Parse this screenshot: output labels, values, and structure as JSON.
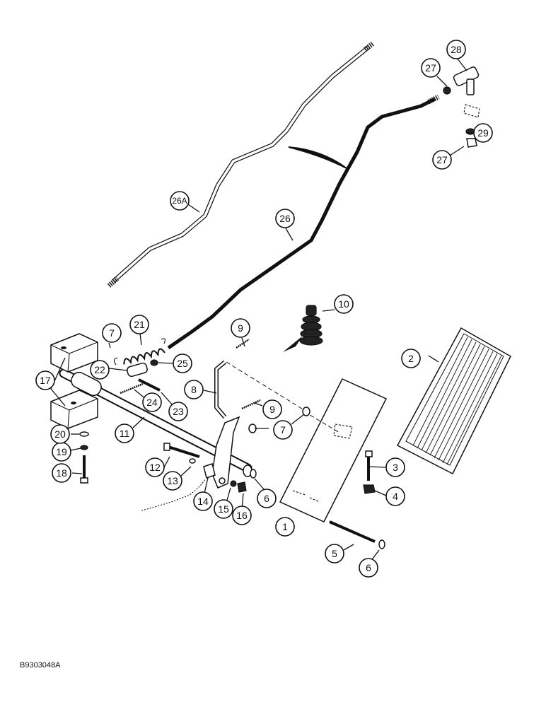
{
  "figure_code": "B9303048A",
  "callouts": [
    {
      "id": "c1",
      "label": "1"
    },
    {
      "id": "c2",
      "label": "2"
    },
    {
      "id": "c3",
      "label": "3"
    },
    {
      "id": "c4",
      "label": "4"
    },
    {
      "id": "c5",
      "label": "5"
    },
    {
      "id": "c6a",
      "label": "6"
    },
    {
      "id": "c6b",
      "label": "6"
    },
    {
      "id": "c7a",
      "label": "7"
    },
    {
      "id": "c7b",
      "label": "7"
    },
    {
      "id": "c8",
      "label": "8"
    },
    {
      "id": "c9a",
      "label": "9"
    },
    {
      "id": "c9b",
      "label": "9"
    },
    {
      "id": "c10",
      "label": "10"
    },
    {
      "id": "c11",
      "label": "11"
    },
    {
      "id": "c12",
      "label": "12"
    },
    {
      "id": "c13",
      "label": "13"
    },
    {
      "id": "c14",
      "label": "14"
    },
    {
      "id": "c15",
      "label": "15"
    },
    {
      "id": "c16",
      "label": "16"
    },
    {
      "id": "c17",
      "label": "17"
    },
    {
      "id": "c18",
      "label": "18"
    },
    {
      "id": "c19",
      "label": "19"
    },
    {
      "id": "c20",
      "label": "20"
    },
    {
      "id": "c21",
      "label": "21"
    },
    {
      "id": "c22",
      "label": "22"
    },
    {
      "id": "c23",
      "label": "23"
    },
    {
      "id": "c24",
      "label": "24"
    },
    {
      "id": "c25",
      "label": "25"
    },
    {
      "id": "c26A",
      "label": "26A"
    },
    {
      "id": "c26",
      "label": "26"
    },
    {
      "id": "c27a",
      "label": "27"
    },
    {
      "id": "c27b",
      "label": "27"
    },
    {
      "id": "c28",
      "label": "28"
    },
    {
      "id": "c29",
      "label": "29"
    }
  ]
}
